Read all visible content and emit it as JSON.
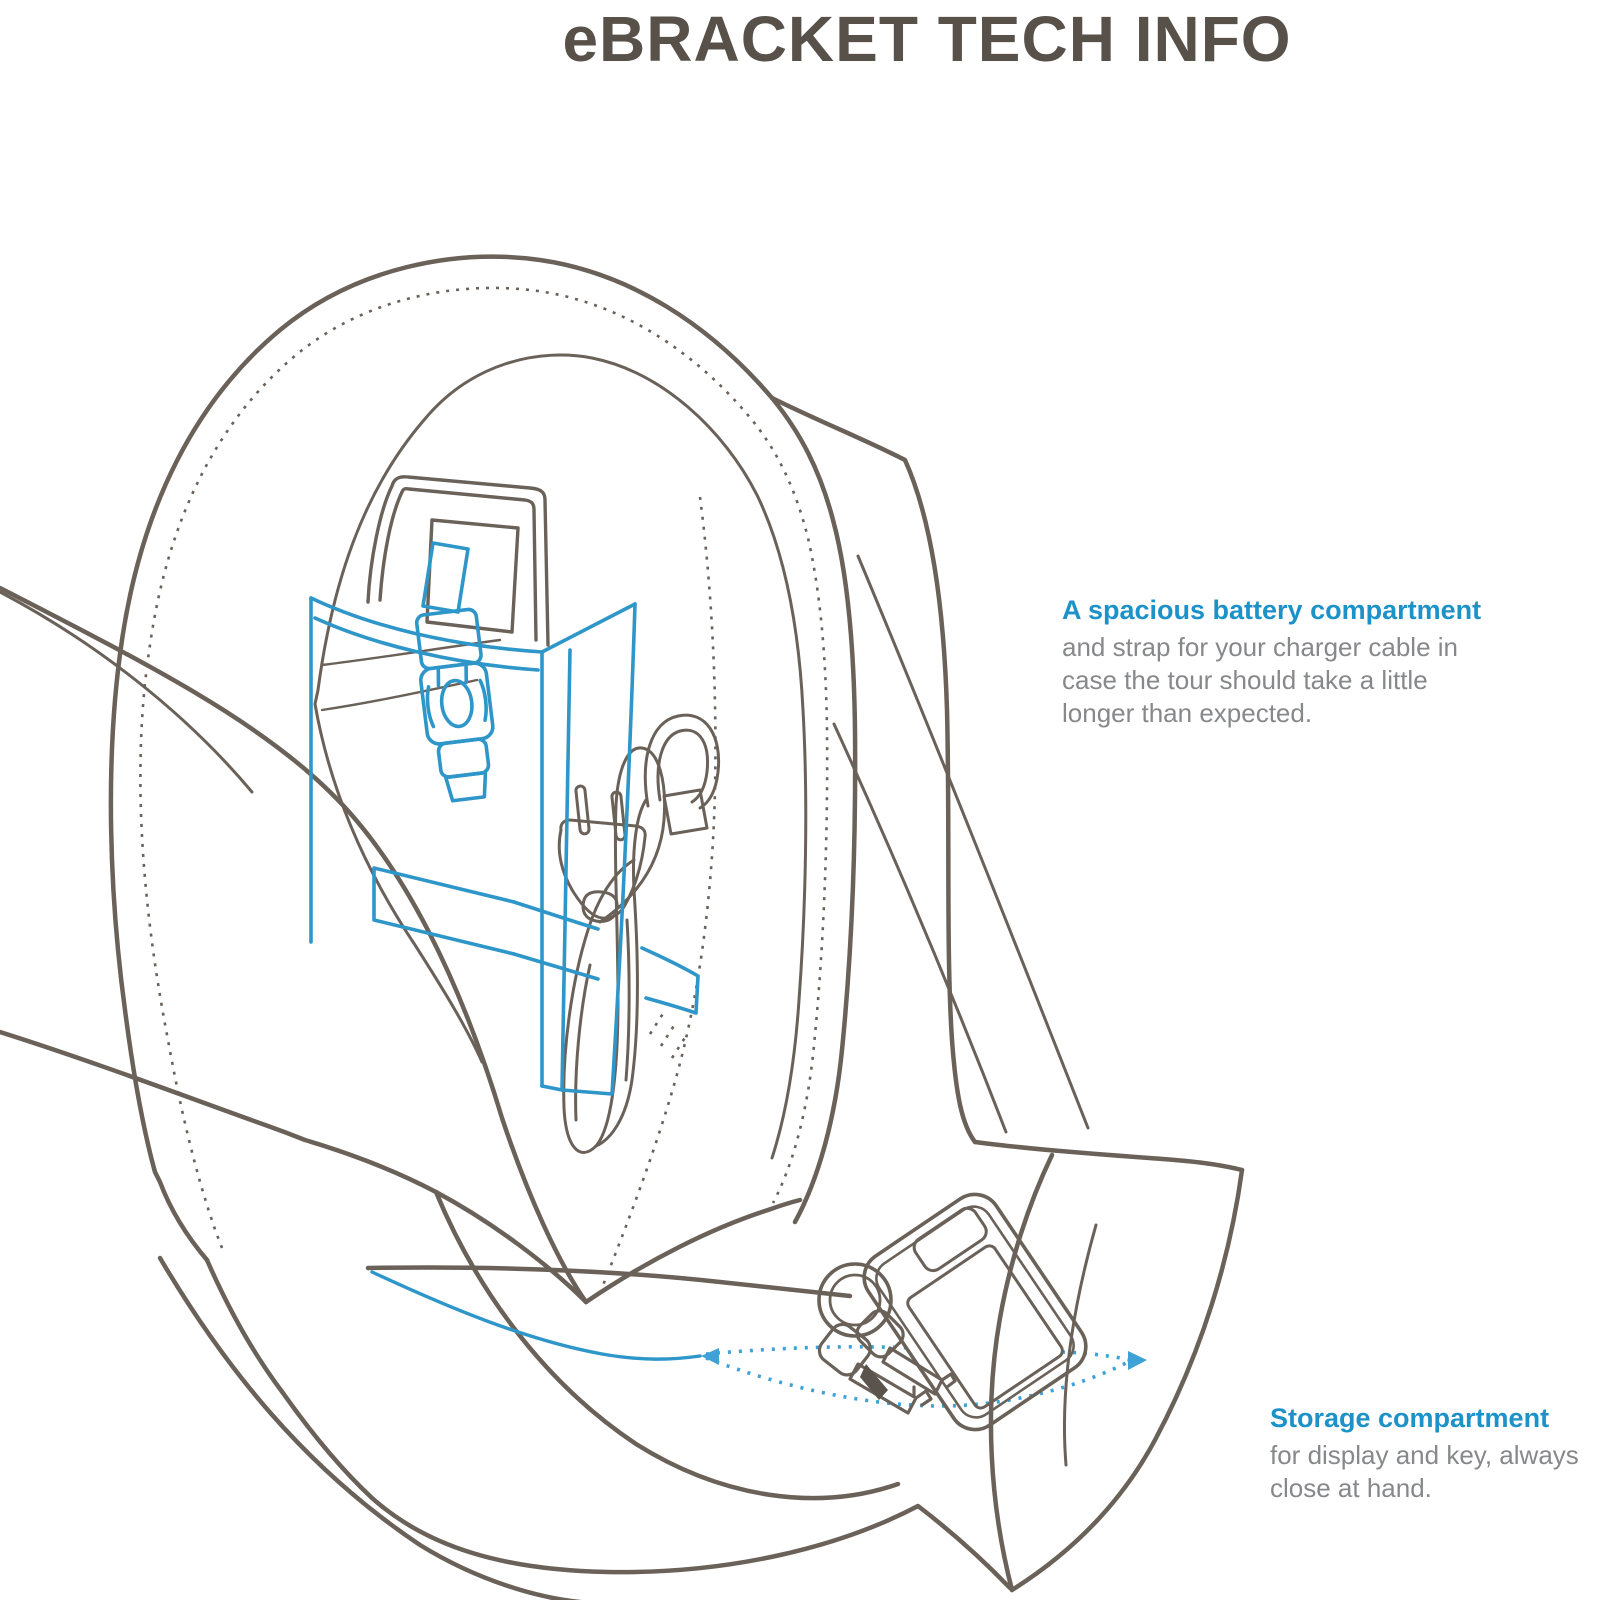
{
  "title": "eBRACKET TECH INFO",
  "annotations": {
    "battery": {
      "heading": "A spacious battery compartment",
      "body": "and strap for your charger cable in\ncase the tour should take a little\nlonger than expected."
    },
    "storage": {
      "heading": "Storage compartment",
      "body": "for display and key, always\nclose at hand."
    }
  },
  "colors": {
    "background": "#ffffff",
    "outline": "#6a6159",
    "detail": "#6a6159",
    "title_text": "#57514a",
    "heading_text": "#1d92c8",
    "body_text": "#87888b",
    "accent_blue": "#2e96c8",
    "dotted_blue": "#3fa2d6",
    "key_dark": "#5a544c"
  },
  "illustration": {
    "parts": [
      "pannier-bag-outline",
      "zipper-stitching",
      "battery",
      "battery-compartment",
      "compartment-buckle",
      "cable-strap",
      "charger-plug",
      "charger-cable",
      "cable-hanger-loop",
      "storage-pocket",
      "pocket-arrow",
      "display-device",
      "keys"
    ]
  }
}
